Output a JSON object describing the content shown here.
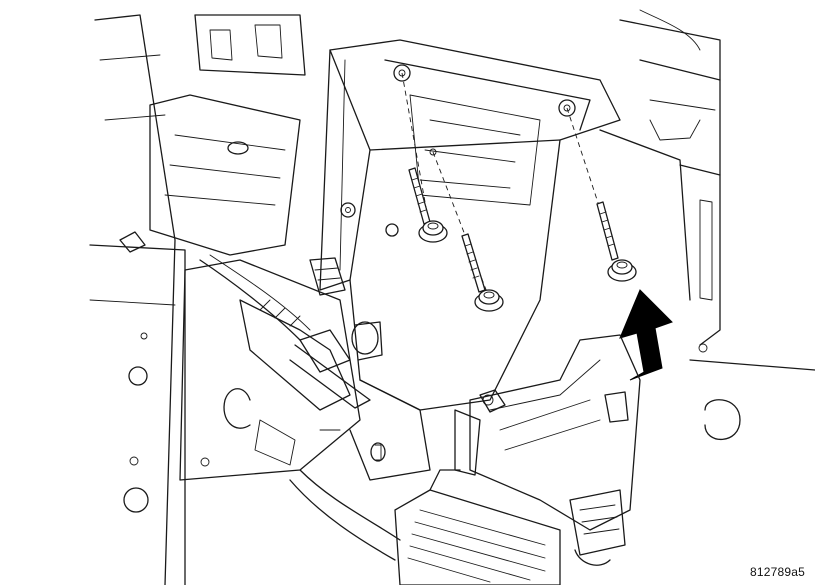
{
  "figure": {
    "id_label": "812789a5"
  },
  "colors": {
    "line": "#1a1a1a",
    "background": "#ffffff",
    "arrow": "#000000"
  },
  "callouts": [
    {
      "name": "bolt-callout-1",
      "icon": "bolt-icon"
    },
    {
      "name": "bolt-callout-2",
      "icon": "bolt-icon"
    },
    {
      "name": "bolt-callout-3",
      "icon": "bolt-icon"
    },
    {
      "name": "direction-arrow",
      "icon": "arrow-icon"
    }
  ]
}
